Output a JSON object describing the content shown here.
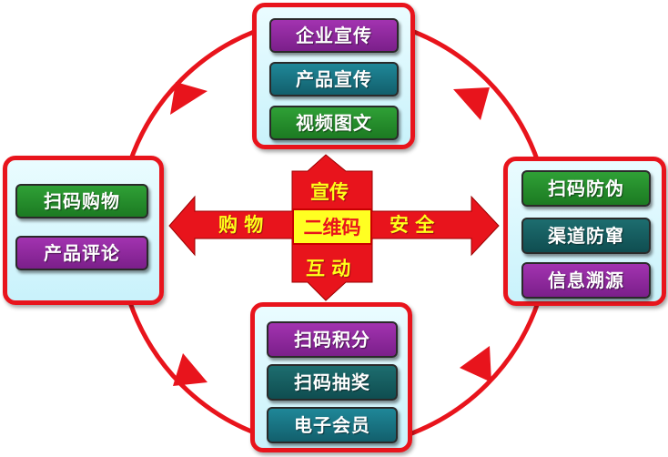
{
  "colors": {
    "ring": "#e8141c",
    "panel_border": "#e8141c",
    "panel_fill": "#d6f6fc",
    "cross_fill": "#e8141c",
    "cross_text": "#ffff1a",
    "center_fill": "#ffff22",
    "center_text": "#e8141c"
  },
  "top_panel": {
    "items": [
      {
        "label": "企业宣传",
        "color": "purple"
      },
      {
        "label": "产品宣传",
        "color": "teal"
      },
      {
        "label": "视频图文",
        "color": "green"
      }
    ]
  },
  "left_panel": {
    "items": [
      {
        "label": "扫码购物",
        "color": "green"
      },
      {
        "label": "产品评论",
        "color": "purple"
      }
    ]
  },
  "right_panel": {
    "items": [
      {
        "label": "扫码防伪",
        "color": "green"
      },
      {
        "label": "渠道防窜",
        "color": "dteal"
      },
      {
        "label": "信息溯源",
        "color": "purple"
      }
    ]
  },
  "bottom_panel": {
    "items": [
      {
        "label": "扫码积分",
        "color": "purple"
      },
      {
        "label": "扫码抽奖",
        "color": "dteal"
      },
      {
        "label": "电子会员",
        "color": "teal"
      }
    ]
  },
  "cross": {
    "center": "二维码",
    "up": "宣传",
    "left": "购 物",
    "right": "安 全",
    "down": "互 动"
  }
}
